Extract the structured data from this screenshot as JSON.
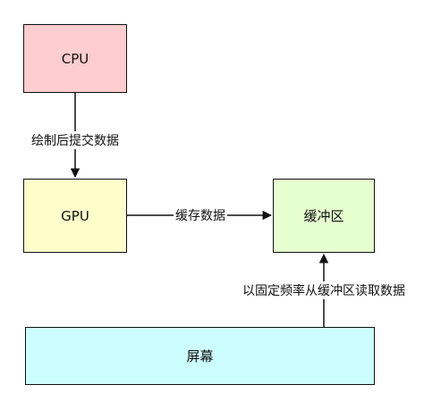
{
  "nodes": {
    "cpu": {
      "label": "CPU",
      "fill": "#fecdcf"
    },
    "gpu": {
      "label": "GPU",
      "fill": "#fffecb"
    },
    "buffer": {
      "label": "缓冲区",
      "fill": "#e5ffcf"
    },
    "screen": {
      "label": "屏幕",
      "fill": "#cdfeff"
    }
  },
  "edges": {
    "cpu_to_gpu": {
      "label": "绘制后提交数据"
    },
    "gpu_to_buffer": {
      "label": "缓存数据"
    },
    "screen_to_buffer": {
      "label": "以固定频率从缓冲区读取数据"
    }
  },
  "colors": {
    "stroke": "#111111",
    "text": "#111111"
  }
}
